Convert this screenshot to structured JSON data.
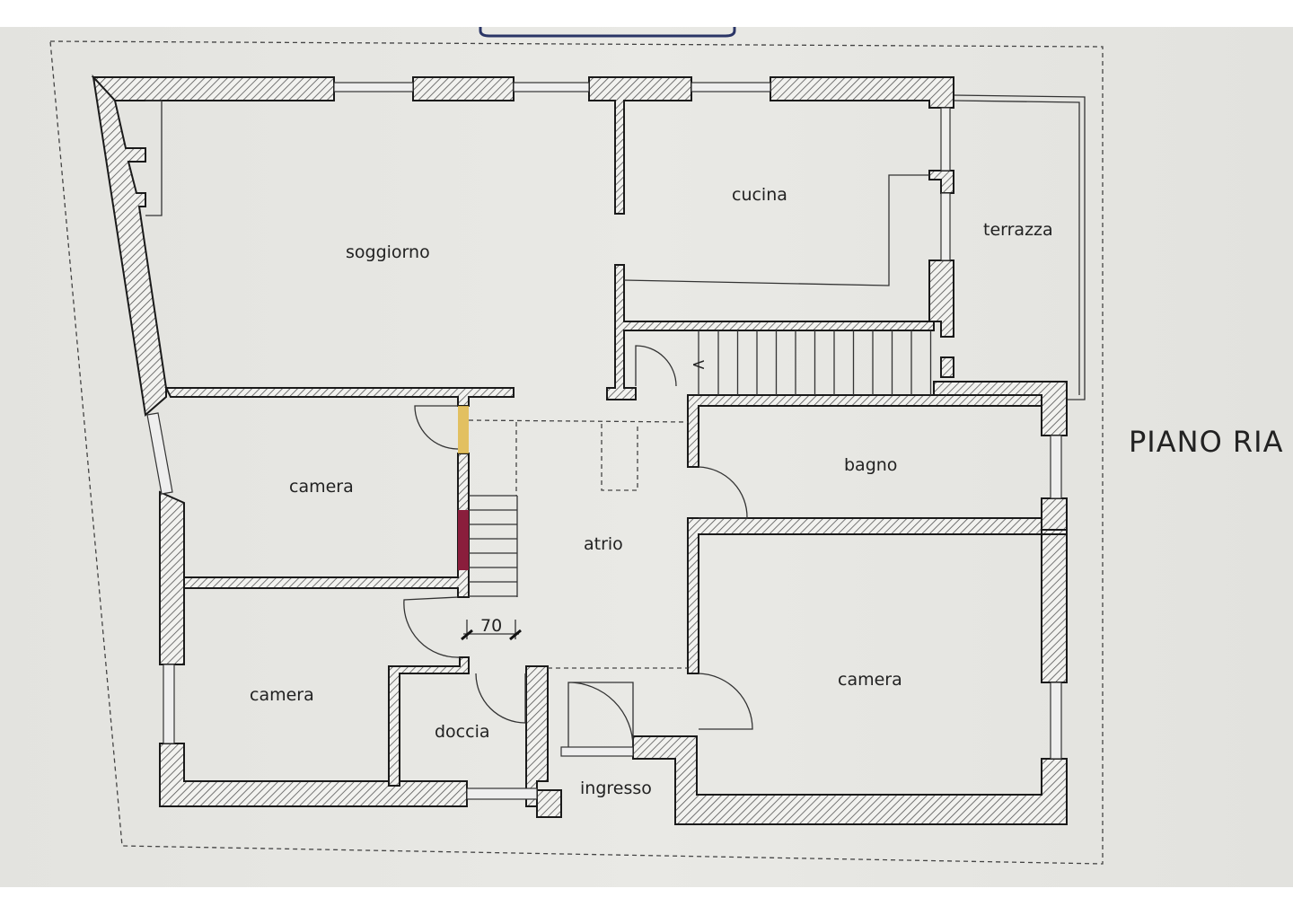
{
  "drawing": {
    "title": "PIANO RIA",
    "rooms": {
      "soggiorno": "soggiorno",
      "cucina": "cucina",
      "terrazza": "terrazza",
      "camera_top_left": "camera",
      "camera_bottom_left": "camera",
      "camera_right": "camera",
      "bagno": "bagno",
      "atrio": "atrio",
      "doccia": "doccia",
      "ingresso": "ingresso"
    },
    "dimension": "70",
    "colors": {
      "wall_stroke": "#1a1a1a",
      "highlight_yellow": "#e0b84a",
      "highlight_crimson": "#8a1e3c",
      "tab_blue": "#2a3566"
    }
  }
}
